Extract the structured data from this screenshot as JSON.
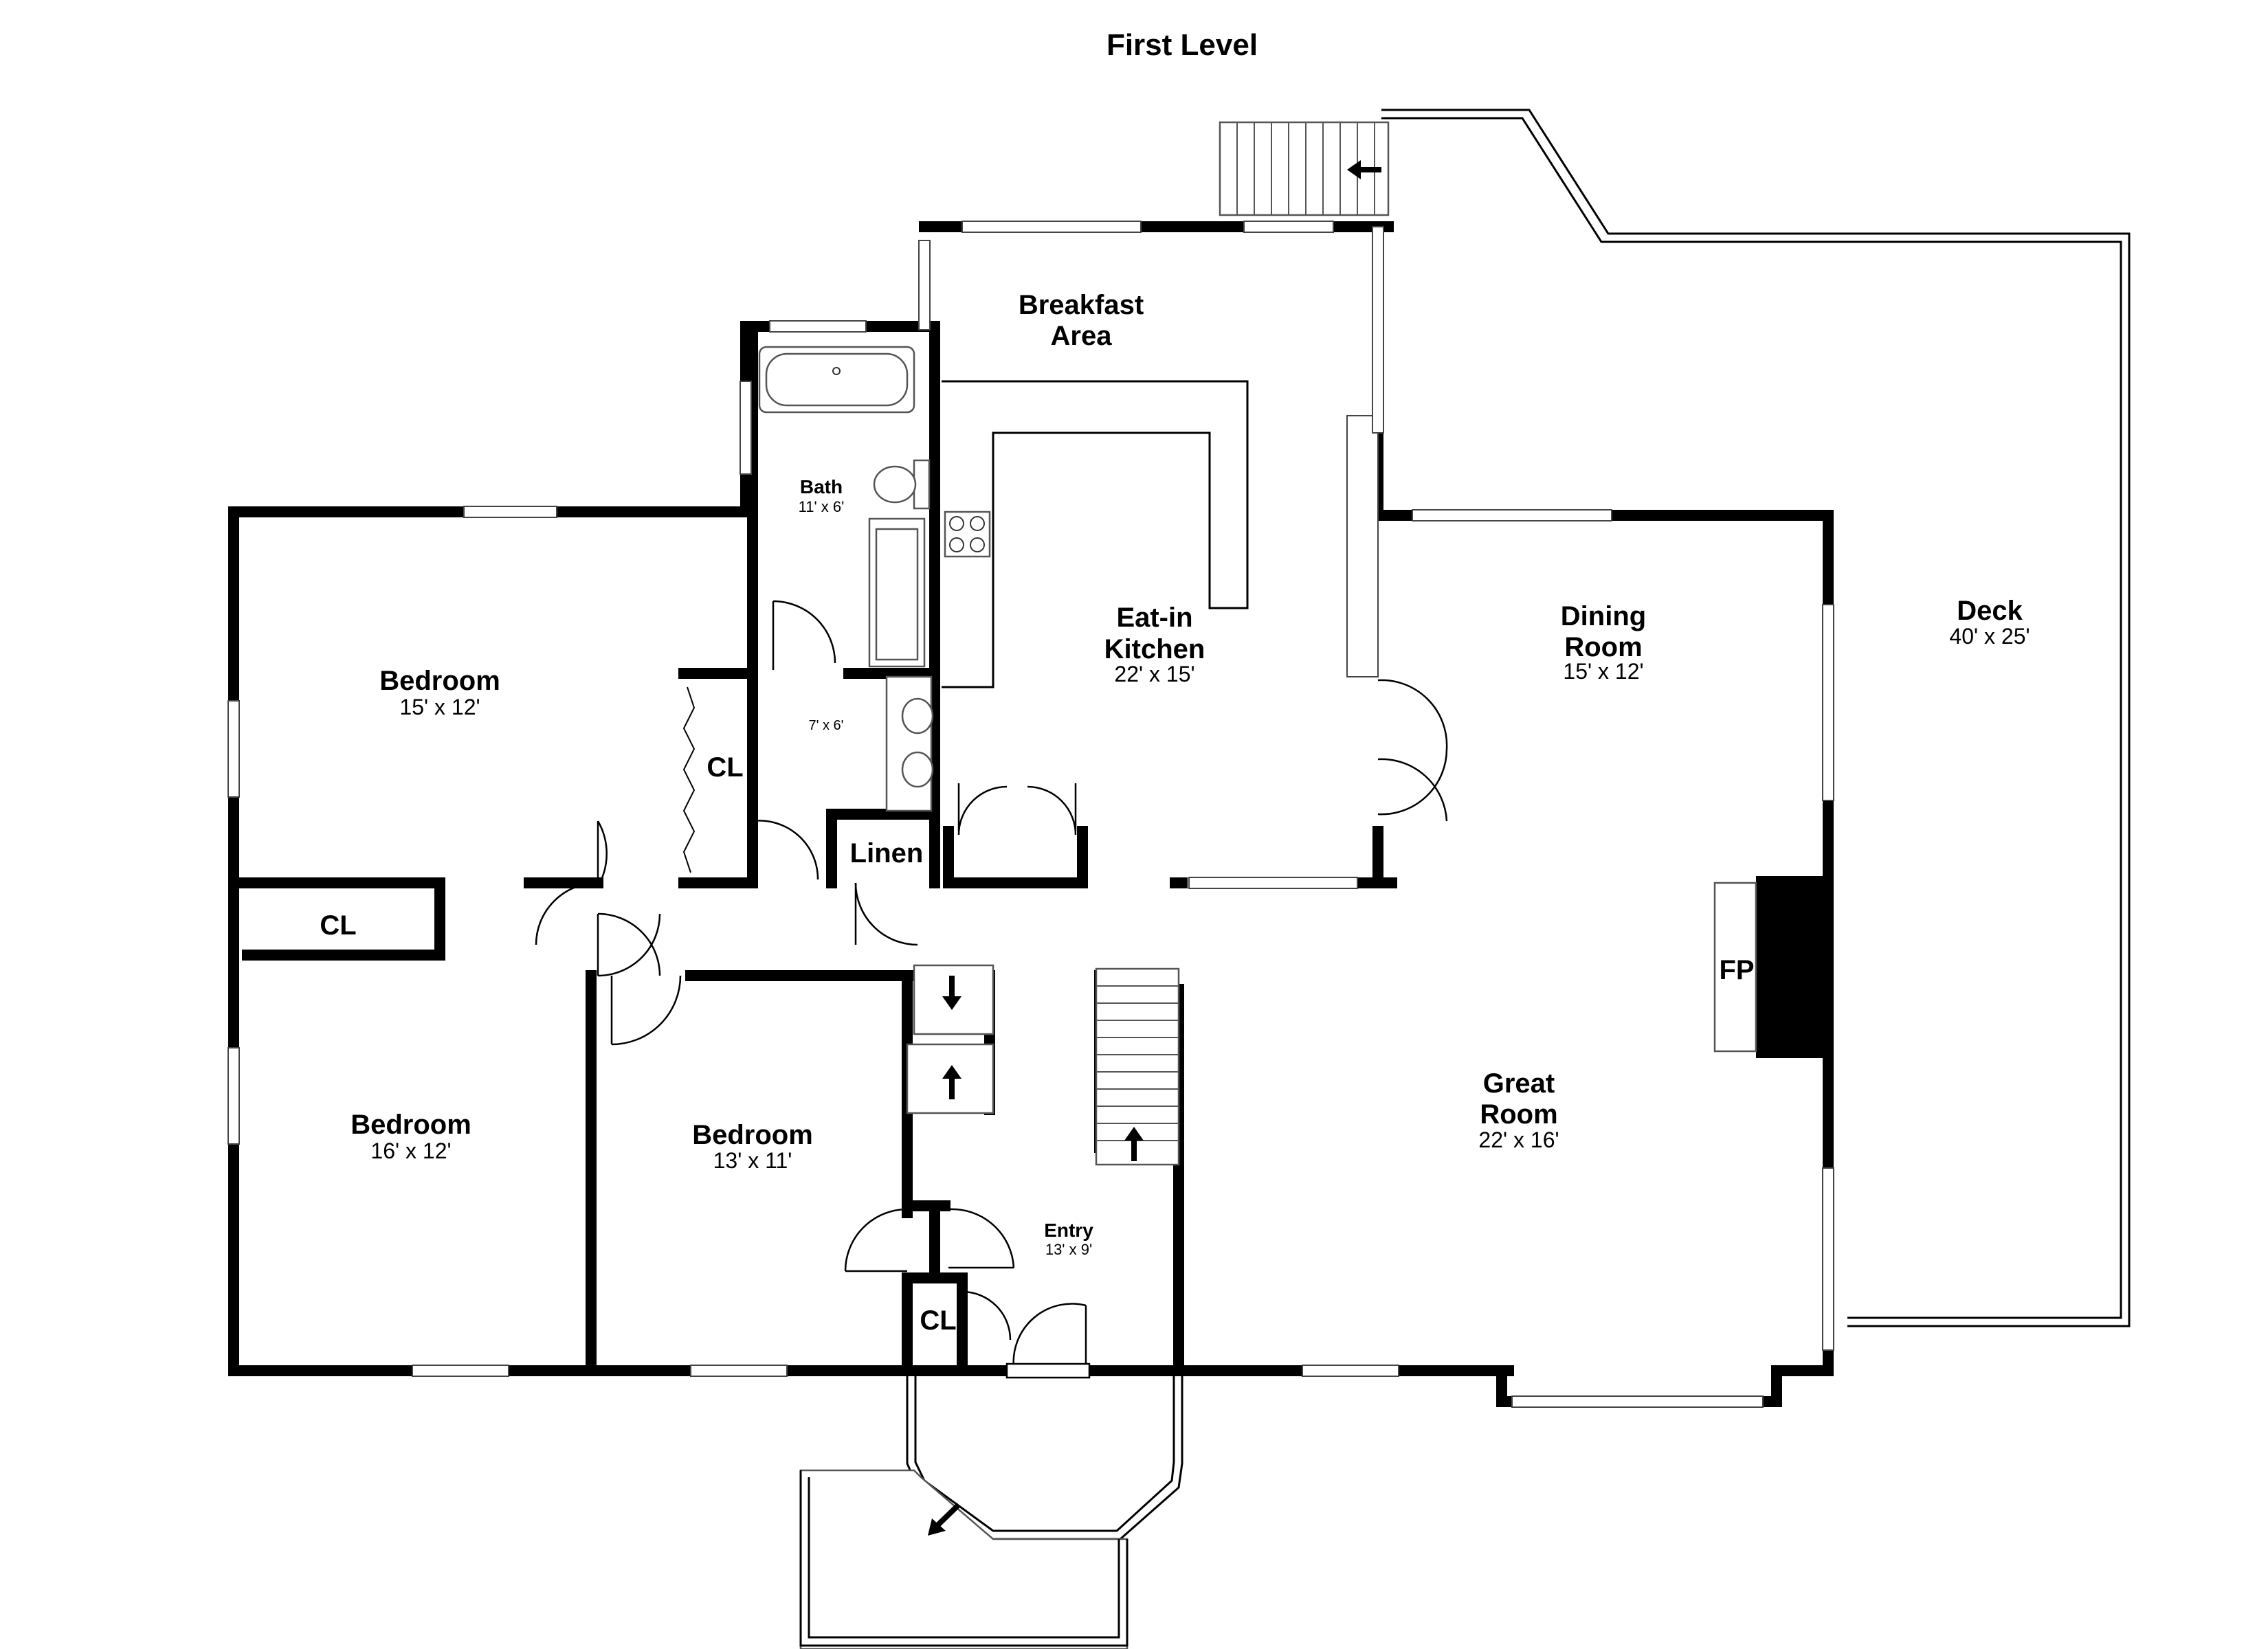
{
  "title": "First Level",
  "rooms": {
    "breakfast": {
      "name_line1": "Breakfast",
      "name_line2": "Area"
    },
    "bath": {
      "name": "Bath",
      "size": "11' x 6'"
    },
    "bath_vanity": {
      "size": "7' x 6'"
    },
    "kitchen": {
      "name_line1": "Eat-in",
      "name_line2": "Kitchen",
      "size": "22' x 15'"
    },
    "dining": {
      "name_line1": "Dining",
      "name_line2": "Room",
      "size": "15' x 12'"
    },
    "deck": {
      "name": "Deck",
      "size": "40' x 25'"
    },
    "bedroom1": {
      "name": "Bedroom",
      "size": "15' x 12'"
    },
    "closet1": {
      "name": "CL"
    },
    "linen": {
      "name": "Linen"
    },
    "closet2": {
      "name": "CL"
    },
    "fireplace": {
      "name": "FP"
    },
    "bedroom2": {
      "name": "Bedroom",
      "size": "16' x 12'"
    },
    "bedroom3": {
      "name": "Bedroom",
      "size": "13' x 11'"
    },
    "great": {
      "name_line1": "Great",
      "name_line2": "Room",
      "size": "22' x 16'"
    },
    "entry": {
      "name": "Entry",
      "size": "13' x 9'"
    },
    "closet3": {
      "name": "CL"
    }
  }
}
